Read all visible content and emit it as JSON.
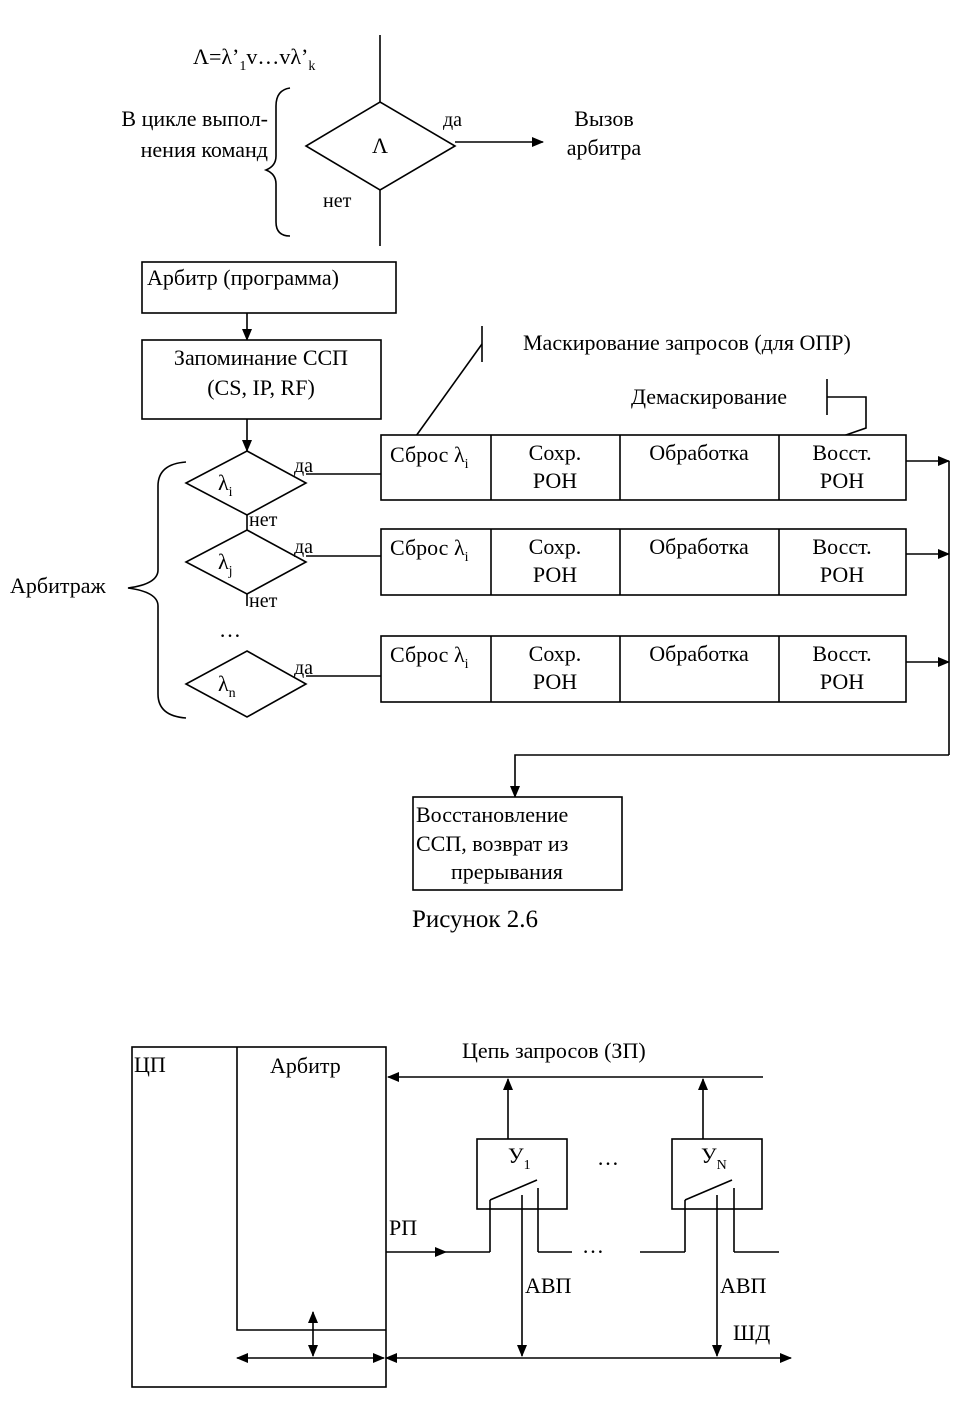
{
  "flowchart": {
    "formula": {
      "lead": "Λ=λ’",
      "s1": "1",
      "mid": "v…vλ’",
      "s2": "k"
    },
    "cycle_label": [
      "В цикле выпол-",
      "нения команд"
    ],
    "decision_symbol": "Λ",
    "yes": "да",
    "no": "нет",
    "call_arbiter": [
      "Вызов",
      "арбитра"
    ],
    "arbiter_box": "Арбитр (программа)",
    "save_box": [
      "Запоминание ССП",
      "(CS, IP, RF)"
    ],
    "masking_label": "Маскирование запросов (для ОПР)",
    "demasking_label": "Демаскирование",
    "arbitration_label": "Арбитраж",
    "lambda": "λ",
    "sub_i": "i",
    "sub_j": "j",
    "sub_n": "n",
    "ellipsis": "…",
    "rows": [
      {
        "reset": "Сброс λ",
        "reset_sub": "i",
        "save": [
          "Сохр.",
          "РОН"
        ],
        "process": "Обработка",
        "restore": [
          "Восст.",
          "РОН"
        ]
      },
      {
        "reset": "Сброс λ",
        "reset_sub": "i",
        "save": [
          "Сохр.",
          "РОН"
        ],
        "process": "Обработка",
        "restore": [
          "Восст.",
          "РОН"
        ]
      },
      {
        "reset": "Сброс λ",
        "reset_sub": "i",
        "save": [
          "Сохр.",
          "РОН"
        ],
        "process": "Обработка",
        "restore": [
          "Восст.",
          "РОН"
        ]
      }
    ],
    "restore_box": [
      "Восстановление",
      "ССП, возврат из",
      "прерывания"
    ],
    "caption": "Рисунок 2.6"
  },
  "bus_diagram": {
    "cpu": "ЦП",
    "arbiter": "Арбитр",
    "request_chain": "Цепь запросов (ЗП)",
    "device": "У",
    "device1_sub": "1",
    "deviceN_sub": "N",
    "ellipsis": "…",
    "rp": "РП",
    "avp": "АВП",
    "data_bus": "ШД"
  }
}
